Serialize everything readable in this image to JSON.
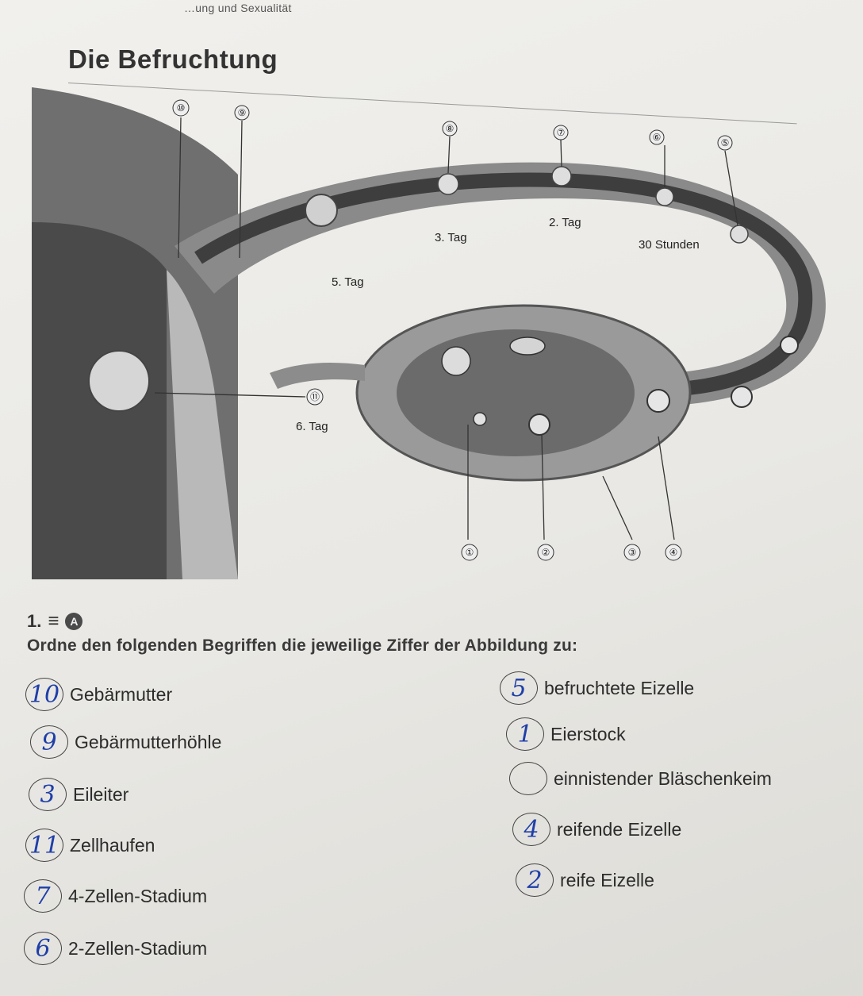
{
  "header": {
    "running_title": "…ung und Sexualität"
  },
  "title": "Die Befruchtung",
  "figure": {
    "markers": [
      "⑩",
      "⑨",
      "⑧",
      "⑦",
      "⑥",
      "⑤",
      "⑪",
      "①",
      "②",
      "③",
      "④"
    ],
    "labels": {
      "day2": "2. Tag",
      "day3": "3. Tag",
      "hours30": "30 Stunden",
      "day5": "5. Tag",
      "day6": "6. Tag"
    }
  },
  "task": {
    "number": "1.",
    "icon_menu": "≡",
    "icon_badge": "A",
    "instruction": "Ordne den folgenden Begriffen die jeweilige Ziffer der Abbildung zu:"
  },
  "terms_left": [
    {
      "answer": "10",
      "label": "Gebärmutter"
    },
    {
      "answer": "9",
      "label": "Gebärmutterhöhle"
    },
    {
      "answer": "3",
      "label": "Eileiter"
    },
    {
      "answer": "11",
      "label": "Zellhaufen"
    },
    {
      "answer": "7",
      "label": "4-Zellen-Stadium"
    },
    {
      "answer": "6",
      "label": "2-Zellen-Stadium"
    }
  ],
  "terms_right": [
    {
      "answer": "5",
      "label": "befruchtete Eizelle"
    },
    {
      "answer": "1",
      "label": "Eierstock"
    },
    {
      "answer": "",
      "label": "einnistender Bläschenkeim"
    },
    {
      "answer": "4",
      "label": "reifende Eizelle"
    },
    {
      "answer": "2",
      "label": "reife Eizelle"
    }
  ]
}
